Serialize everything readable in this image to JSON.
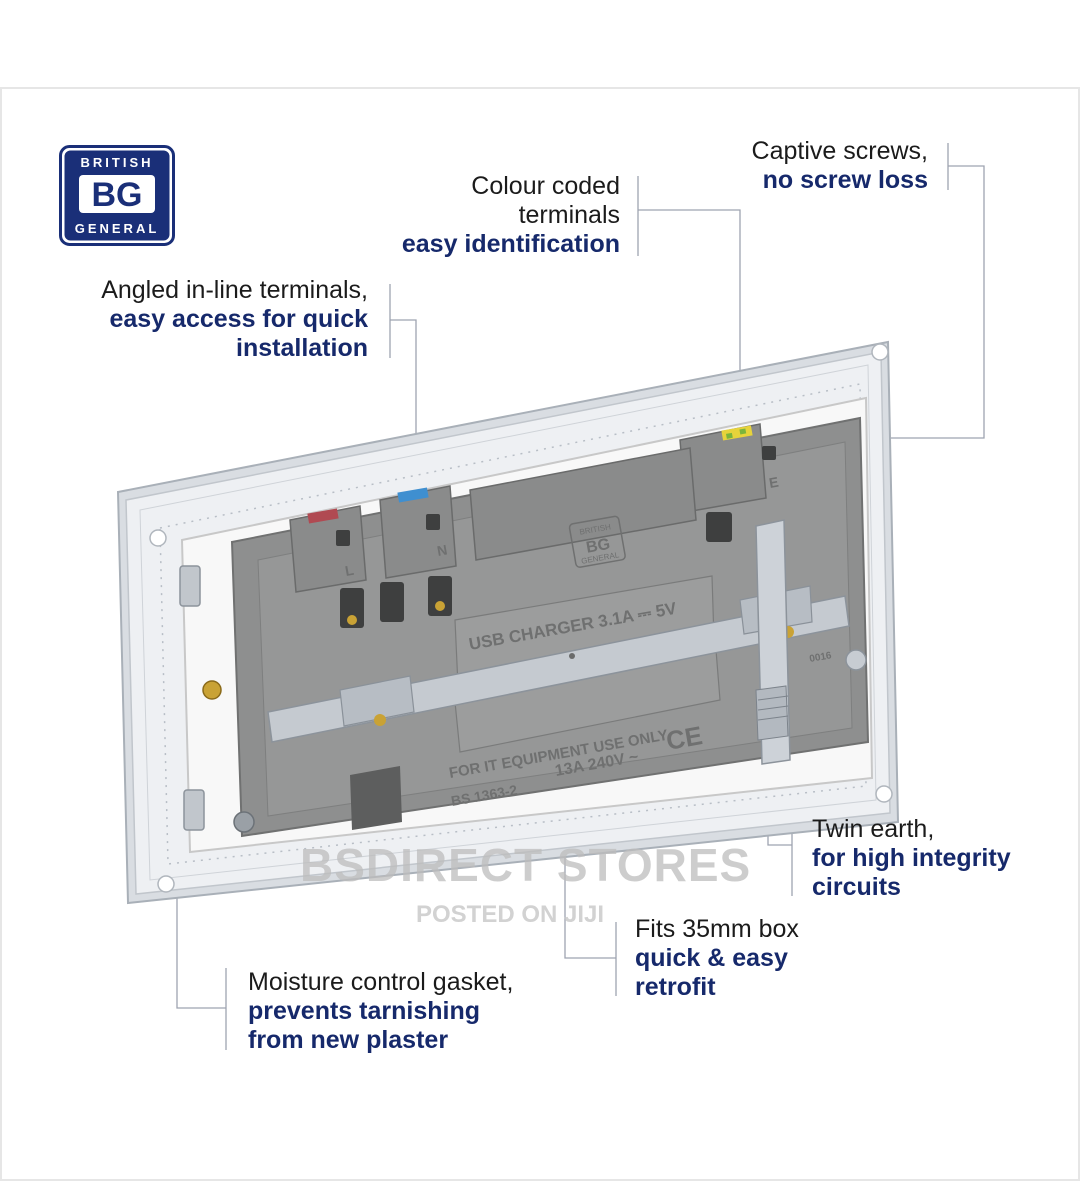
{
  "logo": {
    "top": "BRITISH",
    "mid": "BG",
    "bottom": "GENERAL"
  },
  "callouts": {
    "colour": {
      "plain1": "Colour coded",
      "plain2": "terminals",
      "bold": "easy identification"
    },
    "captive": {
      "plain": "Captive screws,",
      "bold": "no screw loss"
    },
    "angled": {
      "plain": "Angled in-line terminals,",
      "bold1": "easy access for quick",
      "bold2": "installation"
    },
    "twin": {
      "plain": "Twin earth,",
      "bold1": "for high integrity",
      "bold2": "circuits"
    },
    "fits": {
      "plain": "Fits 35mm box",
      "bold1": "quick & easy",
      "bold2": "retrofit"
    },
    "gasket": {
      "plain": "Moisture control gasket,",
      "bold1": "prevents tarnishing",
      "bold2": "from new plaster"
    }
  },
  "socket_markings": {
    "usb": "USB CHARGER  3.1A ⎓ 5V",
    "it_use": "FOR IT EQUIPMENT USE ONLY",
    "rating": "13A 240V ~",
    "standard": "BS 1363-2",
    "ce": "CE",
    "logo_top": "BRITISH",
    "logo_mid": "BG",
    "logo_bottom": "GENERAL",
    "terminal_l": "L",
    "terminal_n": "N",
    "terminal_e": "E",
    "code": "0016"
  },
  "watermark": {
    "line1": "BSDIRECT STORES",
    "line2": "POSTED ON JIJI"
  },
  "colors": {
    "brand_navy": "#16296b",
    "live": "#b04a52",
    "neutral": "#3f8fd0",
    "earth_green": "#7bb43c",
    "earth_yellow": "#e7d33b"
  }
}
